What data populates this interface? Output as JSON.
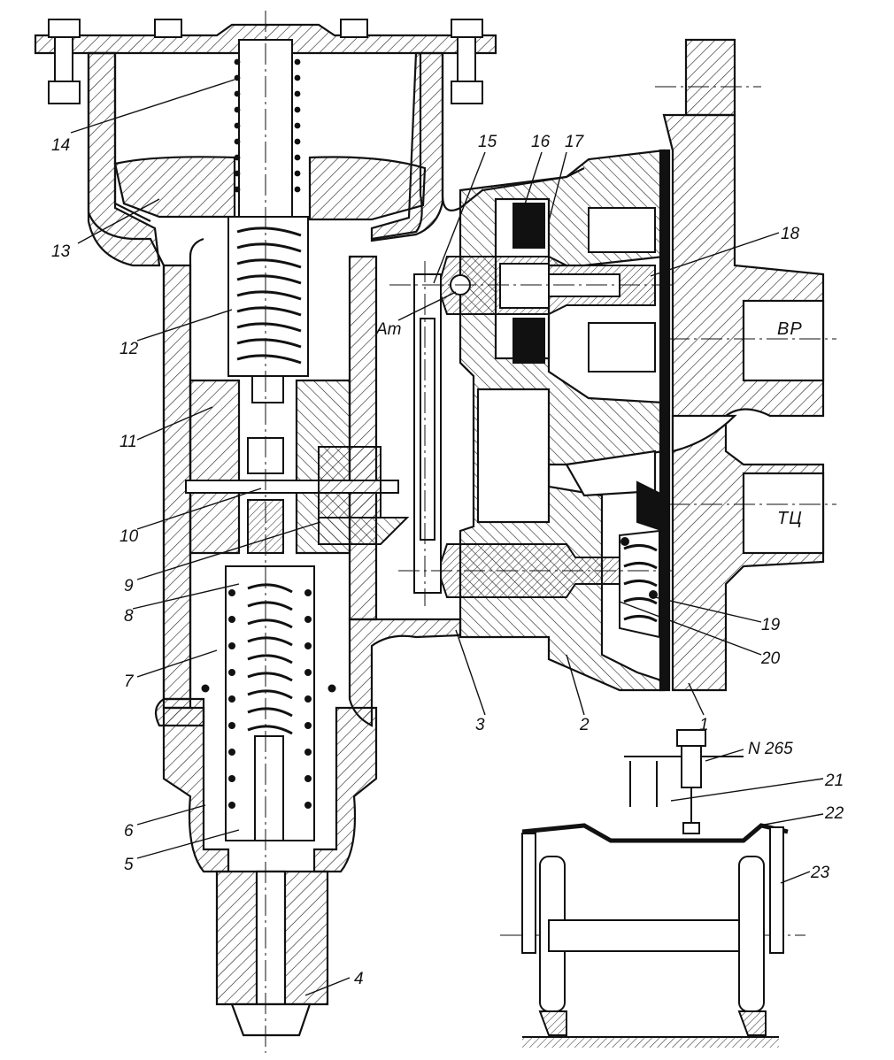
{
  "labels": {
    "n1": "1",
    "n2": "2",
    "n3": "3",
    "n4": "4",
    "n5": "5",
    "n6": "6",
    "n7": "7",
    "n8": "8",
    "n9": "9",
    "n10": "10",
    "n11": "11",
    "n12": "12",
    "n13": "13",
    "n14": "14",
    "n15": "15",
    "n16": "16",
    "n17": "17",
    "n18": "18",
    "n19": "19",
    "n20": "20",
    "n21": "21",
    "n22": "22",
    "n23": "23",
    "at": "Ат",
    "vr": "ВР",
    "tc": "ТЦ",
    "n265": "N 265"
  }
}
